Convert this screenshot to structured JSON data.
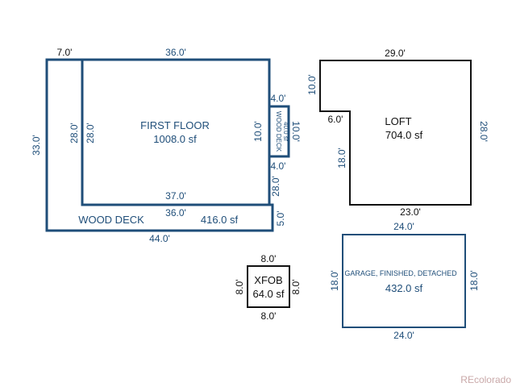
{
  "colors": {
    "blue_outline": "#1f4e79",
    "black_outline": "#111111",
    "watermark": "#c9a8a8",
    "background": "#ffffff"
  },
  "first_floor": {
    "name": "FIRST FLOOR",
    "area": "1008.0 sf",
    "dims": {
      "top": "36.0'",
      "left_inner": "28.0'",
      "right": "10.0'",
      "right_lower": "28.0'",
      "bottom": "37.0'"
    }
  },
  "wood_deck_large": {
    "name": "WOOD DECK",
    "area": "416.0 sf",
    "dims": {
      "top_left": "7.0'",
      "left_outer": "33.0'",
      "left_inner": "28.0'",
      "inner_bottom": "36.0'",
      "right": "5.0'",
      "bottom": "44.0'"
    }
  },
  "wood_deck_small": {
    "name": "WOOD DECK",
    "area": "40.0 sf",
    "dims": {
      "top": "4.0'",
      "bottom": "4.0'",
      "right": "10.0'"
    }
  },
  "loft": {
    "name": "LOFT",
    "area": "704.0 sf",
    "dims": {
      "top": "29.0'",
      "left_upper": "10.0'",
      "notch": "6.0'",
      "left_lower": "18.0'",
      "right": "28.0'",
      "bottom": "23.0'"
    }
  },
  "garage": {
    "name": "GARAGE, FINISHED, DETACHED",
    "area": "432.0 sf",
    "dims": {
      "top": "24.0'",
      "bottom": "24.0'",
      "left": "18.0'",
      "right": "18.0'"
    }
  },
  "xfob": {
    "name": "XFOB",
    "area": "64.0 sf",
    "dims": {
      "top": "8.0'",
      "bottom": "8.0'",
      "left": "8.0'",
      "right": "8.0'"
    }
  },
  "watermark": "REcolorado"
}
